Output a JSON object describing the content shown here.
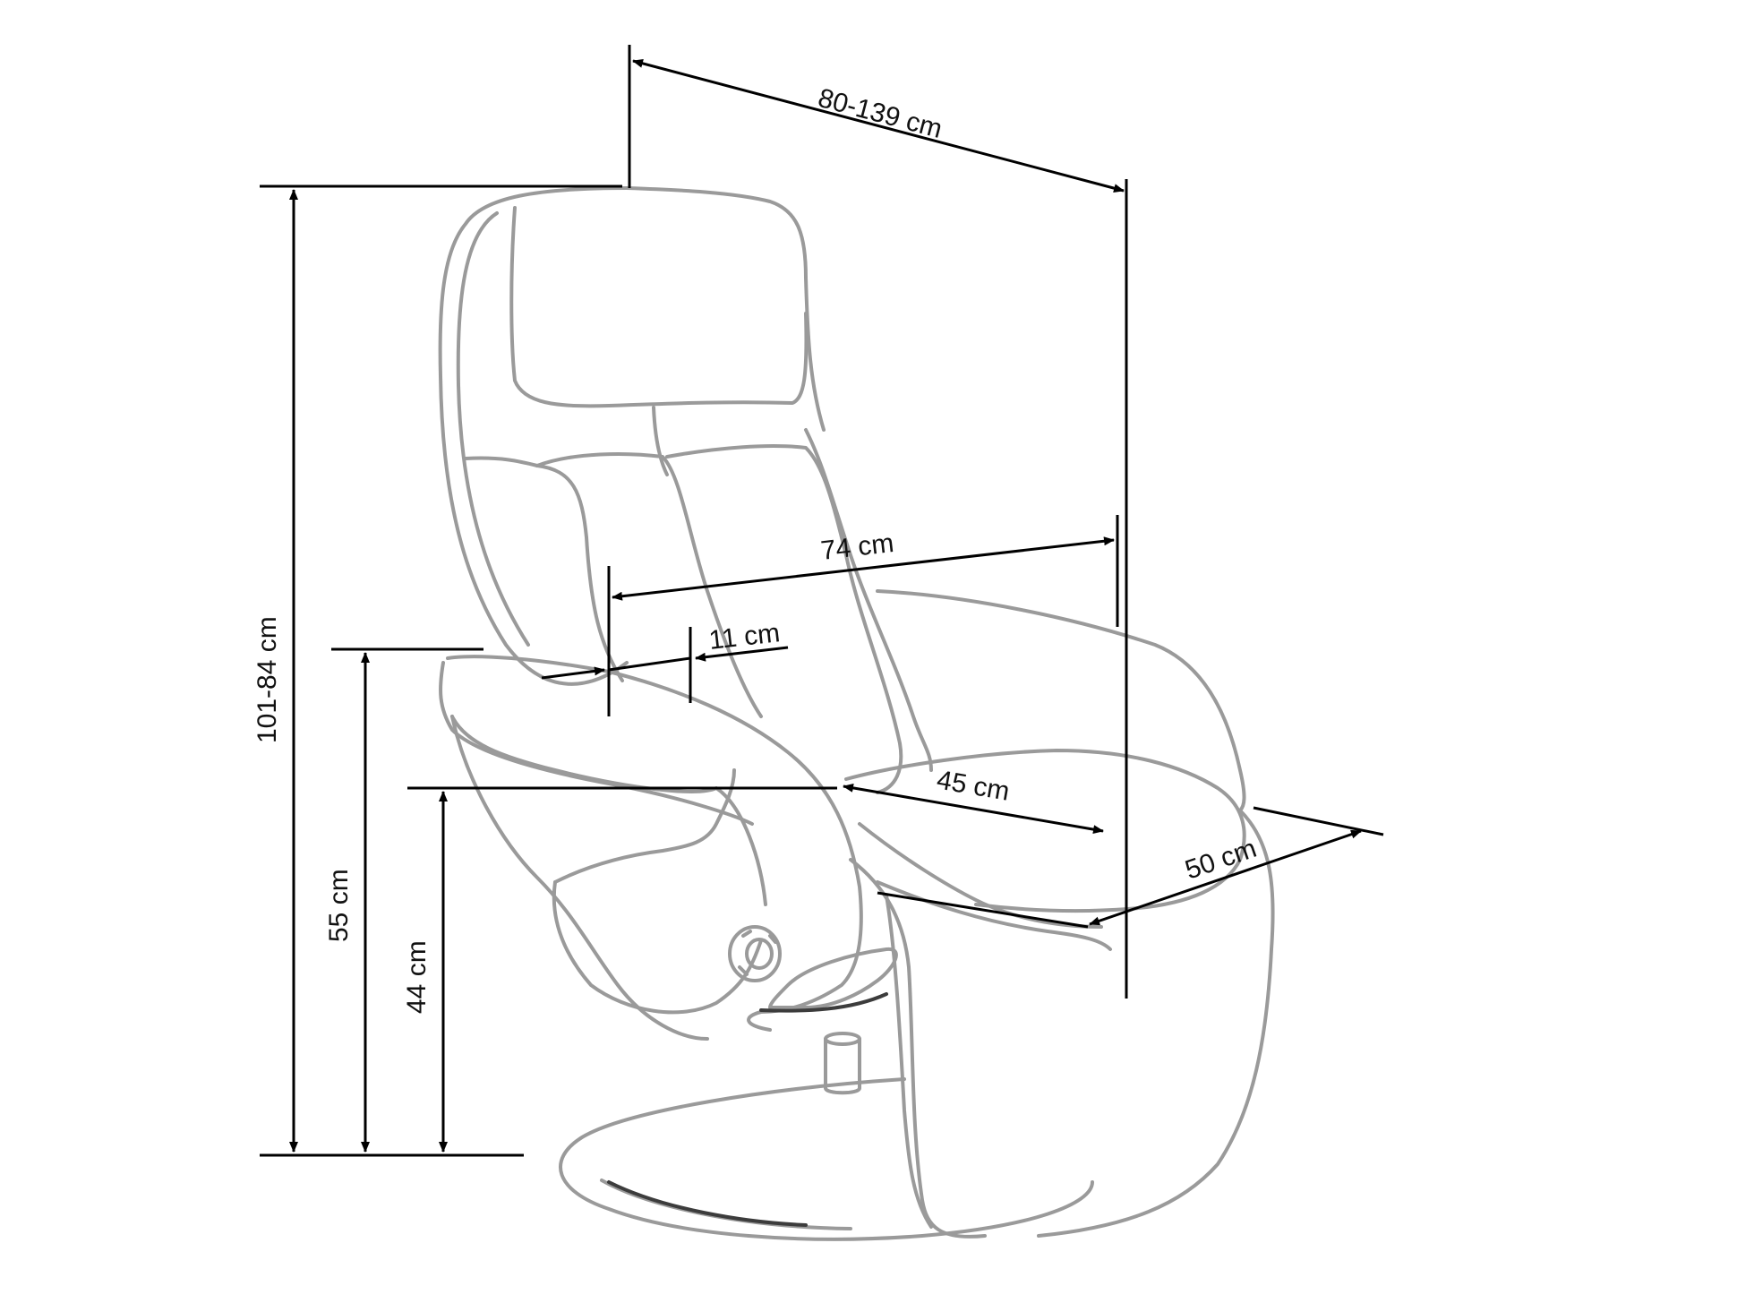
{
  "dimensions": {
    "total_depth": "80-139 cm",
    "seat_width_span": "74 cm",
    "armrest_width": "11 cm",
    "seat_depth": "45 cm",
    "footrest_width": "50 cm",
    "total_height": "101-84 cm",
    "armrest_height": "55 cm",
    "seat_height": "44 cm"
  },
  "colors": {
    "outline": "#9a9a9a",
    "dimension_lines": "#000000"
  }
}
